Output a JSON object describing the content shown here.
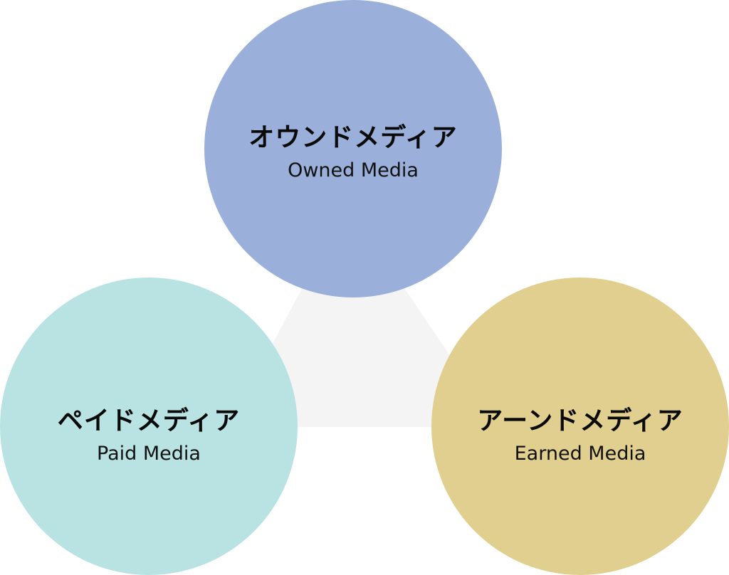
{
  "colors": {
    "background": "#ffffff",
    "center_triangle": "#f4f4f4",
    "owned": "#9aafda",
    "paid": "#b8e3e2",
    "earned": "#e0cf8e"
  },
  "nodes": {
    "owned": {
      "title_ja": "オウンドメディア",
      "title_en": "Owned Media"
    },
    "paid": {
      "title_ja": "ペイドメディア",
      "title_en": "Paid Media"
    },
    "earned": {
      "title_ja": "アーンドメディア",
      "title_en": "Earned Media"
    }
  }
}
